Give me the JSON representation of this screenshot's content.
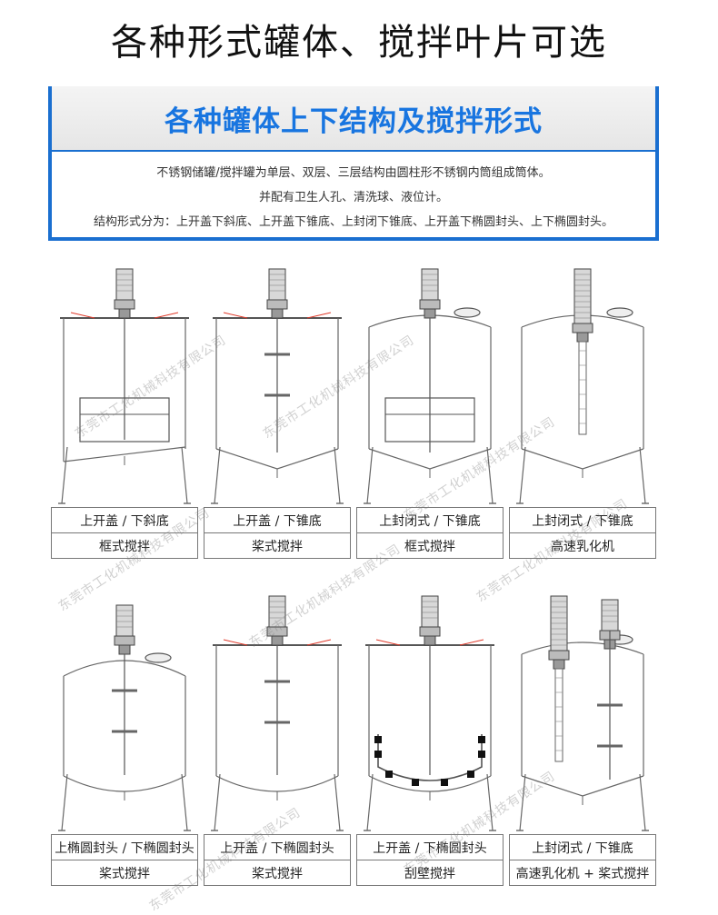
{
  "page": {
    "title": "各种形式罐体、搅拌叶片可选"
  },
  "banner": {
    "title": "各种罐体上下结构及搅拌形式",
    "lines": [
      "不锈钢储罐/搅拌罐为单层、双层、三层结构由圆柱形不锈钢内筒组成筒体。",
      "并配有卫生人孔、清洗球、液位计。",
      "结构形式分为：上开盖下斜底、上开盖下锥底、上封闭下锥底、上开盖下椭圆封头、上下椭圆封头。"
    ]
  },
  "tanks": [
    {
      "top": "上开盖",
      "bottom": "斜底",
      "structure": "上开盖 / 下斜底",
      "mixer": "框式搅拌"
    },
    {
      "top": "上开盖",
      "bottom": "锥底",
      "structure": "上开盖 / 下锥底",
      "mixer": "桨式搅拌"
    },
    {
      "top": "上封闭",
      "bottom": "锥底",
      "structure": "上封闭式 / 下锥底",
      "mixer": "框式搅拌"
    },
    {
      "top": "上封闭",
      "bottom": "锥底",
      "structure": "上封闭式 / 下锥底",
      "mixer": "高速乳化机"
    },
    {
      "top": "椭圆",
      "bottom": "椭圆",
      "structure": "上椭圆封头 / 下椭圆封头",
      "mixer": "桨式搅拌"
    },
    {
      "top": "上开盖",
      "bottom": "椭圆",
      "structure": "上开盖 / 下椭圆封头",
      "mixer": "桨式搅拌"
    },
    {
      "top": "上开盖",
      "bottom": "椭圆",
      "structure": "上开盖 / 下椭圆封头",
      "mixer": "刮壁搅拌"
    },
    {
      "top": "上封闭",
      "bottom": "锥底",
      "structure": "上封闭式 / 下锥底",
      "mixer": "高速乳化机 + 桨式搅拌"
    }
  ],
  "watermark": {
    "text": "东莞市工化机械科技有限公司"
  },
  "colors": {
    "accent": "#1a6fd0",
    "title_blue": "#1875e0"
  }
}
